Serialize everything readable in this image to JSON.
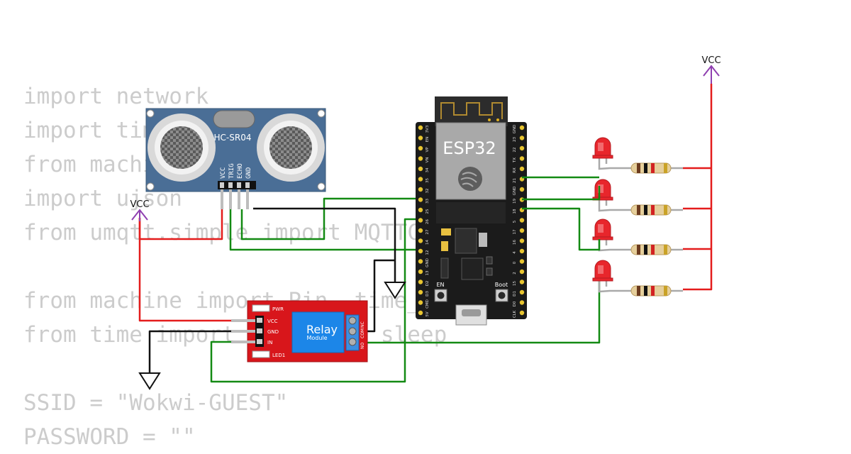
{
  "code_lines": [
    "import network",
    "import time",
    "from machine import Pin",
    "import ujson",
    "from umqtt.simple import MQTTClient",
    "",
    "from machine import Pin, time_pulse_us",
    "from time import sleep_us, sleep",
    "",
    "SSID = \"Wokwi-GUEST\"",
    "PASSWORD = \"\""
  ],
  "sensor": {
    "name": "HC-SR04",
    "pins": [
      "VCC",
      "TRIG",
      "ECHO",
      "GND"
    ]
  },
  "esp32": {
    "label": "ESP32",
    "left_pins": [
      "3V3",
      "EN",
      "VP",
      "VN",
      "34",
      "35",
      "32",
      "33",
      "25",
      "26",
      "27",
      "14",
      "12",
      "GND",
      "13",
      "D2",
      "D3",
      "CMD",
      "5V"
    ],
    "right_pins": [
      "GND",
      "23",
      "22",
      "TX",
      "RX",
      "21",
      "GND",
      "19",
      "18",
      "5",
      "17",
      "16",
      "4",
      "0",
      "2",
      "15",
      "D1",
      "D0",
      "CLK"
    ],
    "en_label": "EN",
    "boot_label": "Boot"
  },
  "relay": {
    "title": "Relay",
    "subtitle": "Module",
    "pwr_label": "PWR",
    "led_label": "LED1",
    "left_pins": [
      "VCC",
      "GND",
      "IN"
    ],
    "right_pins": [
      "NC",
      "COM",
      "NO"
    ]
  },
  "vcc_labels": [
    "VCC",
    "VCC"
  ],
  "colors": {
    "wire_red": "#e41c1c",
    "wire_black": "#111111",
    "wire_green": "#138a13",
    "sensor_board": "#4a6e96",
    "relay_board": "#d8161b",
    "relay_cube": "#1c86e8",
    "esp_board": "#1b1b1b",
    "vcc_arrow": "#8f3fb0",
    "led": "#e8262c"
  }
}
